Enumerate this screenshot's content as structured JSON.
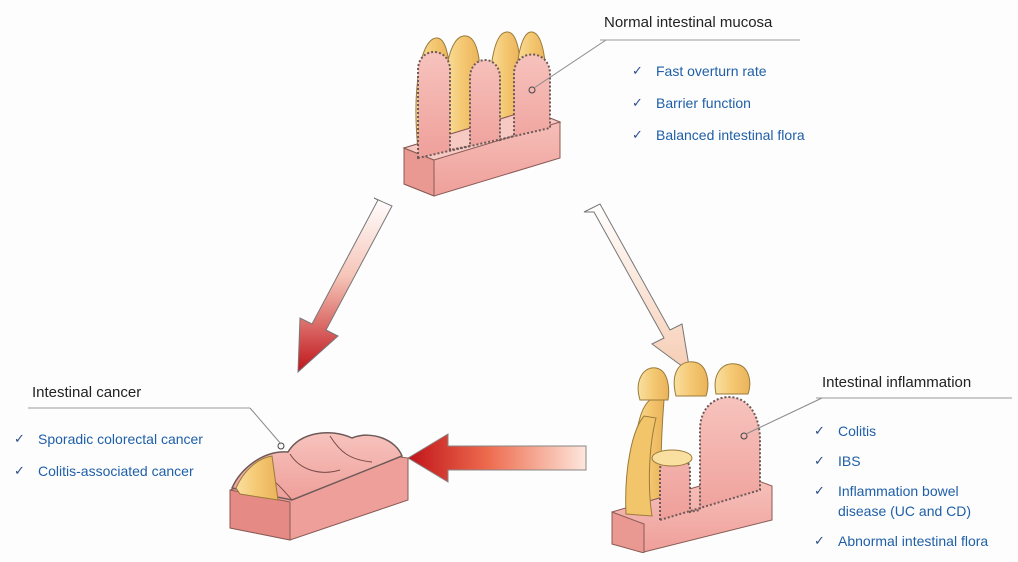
{
  "normal": {
    "title": "Normal intestinal mucosa",
    "items": [
      "Fast overturn rate",
      "Barrier function",
      "Balanced intestinal flora"
    ]
  },
  "cancer": {
    "title": "Intestinal cancer",
    "items": [
      "Sporadic colorectal cancer",
      "Colitis-associated cancer"
    ]
  },
  "inflammation": {
    "title": "Intestinal inflammation",
    "items": [
      "Colitis",
      "IBS",
      "Inflammation bowel",
      "disease (UC and CD)",
      "Abnormal intestinal flora"
    ]
  },
  "check_mark": "✓",
  "colors": {
    "list_text": "#1f5fa8",
    "arrow_red": "#c0141a",
    "tissue_pink": "#f2b2ae",
    "villus_yellow": "#f6d07a"
  }
}
